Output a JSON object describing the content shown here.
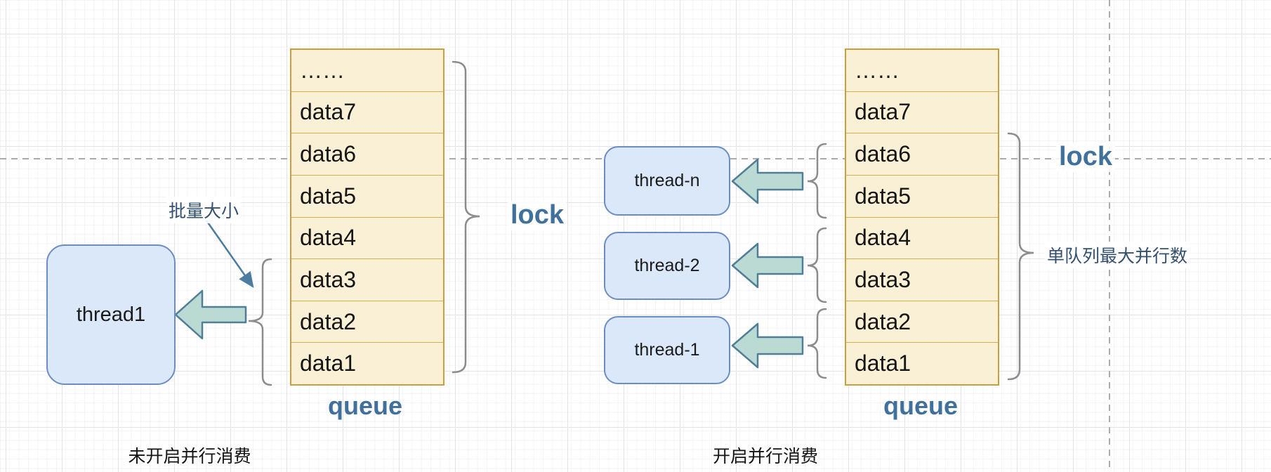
{
  "left_section": {
    "thread_label": "thread1",
    "batch_size_label": "批量大小",
    "lock_label": "lock",
    "queue_label": "queue",
    "queue_cells": [
      "……",
      "data7",
      "data6",
      "data5",
      "data4",
      "data3",
      "data2",
      "data1"
    ],
    "caption": "未开启并行消费"
  },
  "right_section": {
    "thread_labels": [
      "thread-n",
      "thread-2",
      "thread-1"
    ],
    "lock_label": "lock",
    "max_parallel_label": "单队列最大并行数",
    "queue_label": "queue",
    "queue_cells": [
      "……",
      "data7",
      "data6",
      "data5",
      "data4",
      "data3",
      "data2",
      "data1"
    ],
    "caption": "开启并行消费"
  },
  "colors": {
    "queue_fill": "#FAF0D5",
    "queue_border": "#C5A03C",
    "thread_fill": "#DBE8FA",
    "thread_border": "#6C8EBF",
    "arrow_fill": "#BBDAD4",
    "arrow_border": "#4E7F96",
    "accent_text": "#40719C",
    "annotation_text": "#33506E",
    "brace_stroke": "#8C8C8C",
    "dashed_line": "#ABABAB",
    "grid_major": "#E2E2E8",
    "grid_minor": "#F4F4F8"
  }
}
